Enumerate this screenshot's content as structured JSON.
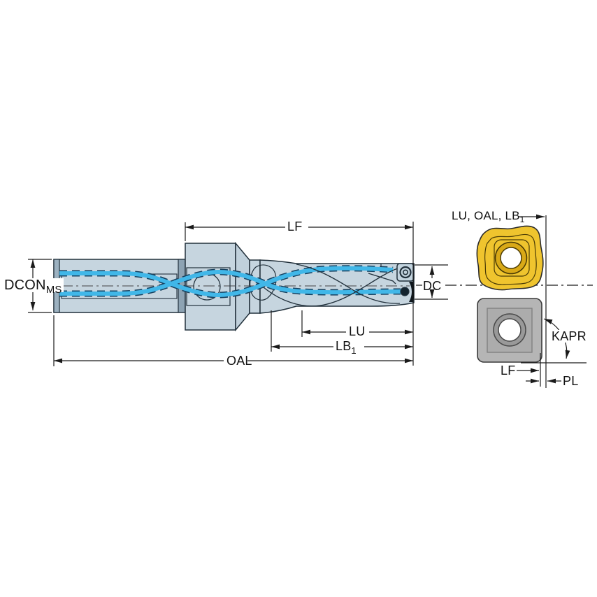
{
  "diagram": {
    "tool_dimensions": {
      "lf": "LF",
      "dcon": "DCON",
      "dcon_sub": "MS",
      "lu": "LU",
      "lb": "LB",
      "lb_sub": "1",
      "oal": "OAL",
      "dc": "DC"
    },
    "insert_panel": {
      "ref_label": "LU, OAL, LB",
      "ref_label_sub": "1",
      "kapr_label": "KAPR",
      "lf_label": "LF",
      "pl_label": "PL"
    },
    "colors": {
      "body_fill": "#c6d5df",
      "body_fill_dark": "#c0d0db",
      "band_left": "#9db2c1",
      "band_right": "#8da3b3",
      "outline": "#22313c",
      "coolant_fill": "#41b7e8",
      "coolant_edge": "#17415f",
      "pocket_fill": "#c3d4df",
      "tip_dark": "#0d161c",
      "hole_dark": "#14242f",
      "line_color": "#1a1a1a",
      "insert_yellow": "#efc42e",
      "insert_yellow_ring": "#d9a917",
      "insert_yellow_line": "#4a3b05",
      "insert_gray": "#b5b5b5",
      "insert_gray_inner": "#acacac",
      "insert_gray_ring": "#999999",
      "insert_gray_line": "#3a3a3a",
      "hole_white": "#ffffff"
    }
  }
}
